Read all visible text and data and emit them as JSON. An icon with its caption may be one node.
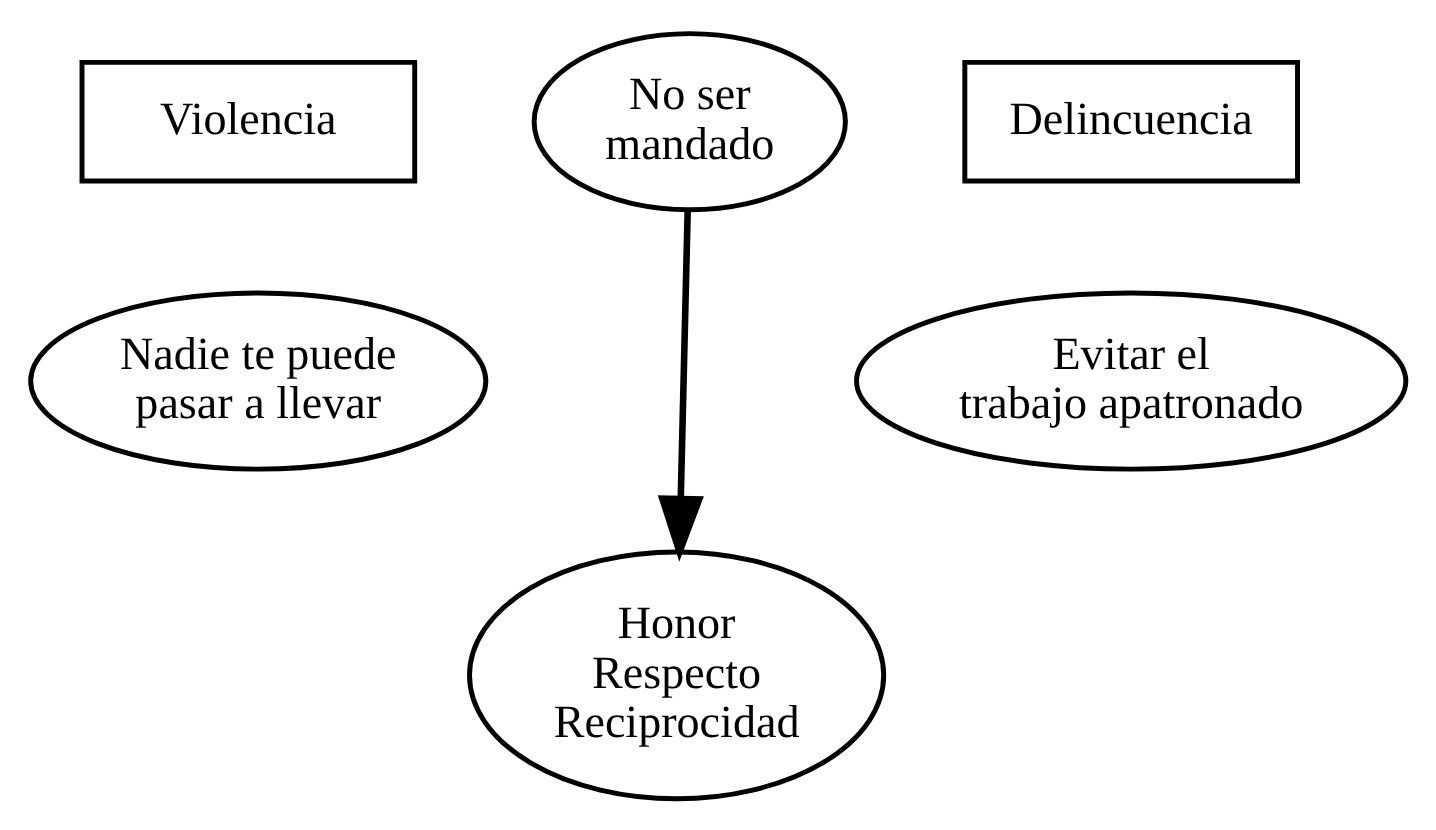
{
  "diagram": {
    "nodes": [
      {
        "text": [
          "Violencia"
        ]
      },
      {
        "text": [
          "No ser mandado"
        ]
      },
      {
        "text": [
          "Delincuencia"
        ]
      },
      {
        "text": [
          "Nadie te puede pasar a llevar"
        ]
      },
      {
        "text": [
          "Evitar el trabajo apatronado"
        ]
      },
      {
        "text": [
          "Honor Respecto Reciprocidad"
        ]
      }
    ],
    "edges": [
      {
        "from": 1,
        "to": 5,
        "arrow": "to"
      }
    ]
  }
}
